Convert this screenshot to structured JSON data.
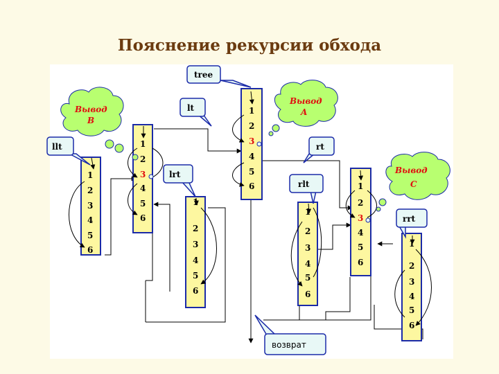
{
  "title": "Пояснение рекурсии обхода",
  "frames": [
    {
      "id": "llt",
      "lines": [
        "1",
        "2",
        "3",
        "4",
        "5",
        "6"
      ],
      "highlight": -1
    },
    {
      "id": "lt",
      "lines": [
        "1",
        "2",
        "3",
        "4",
        "5",
        "6"
      ],
      "highlight": 2
    },
    {
      "id": "lrt",
      "lines": [
        "1",
        "2",
        "3",
        "4",
        "5",
        "6"
      ],
      "highlight": -1
    },
    {
      "id": "tree",
      "lines": [
        "1",
        "2",
        "3",
        "4",
        "5",
        "6"
      ],
      "highlight": 2
    },
    {
      "id": "rlt",
      "lines": [
        "1",
        "2",
        "3",
        "4",
        "5",
        "6"
      ],
      "highlight": -1
    },
    {
      "id": "rt",
      "lines": [
        "1",
        "2",
        "3",
        "4",
        "5",
        "6"
      ],
      "highlight": 2
    },
    {
      "id": "rrt",
      "lines": [
        "1",
        "2",
        "3",
        "4",
        "5",
        "6"
      ],
      "highlight": -1
    }
  ],
  "labels": {
    "tree": "tree",
    "lt": "lt",
    "llt": "llt",
    "lrt": "lrt",
    "rt": "rt",
    "rlt": "rlt",
    "rrt": "rrt",
    "return": "возврат"
  },
  "clouds": {
    "b": [
      "Вывод",
      "B"
    ],
    "a": [
      "Вывод",
      "A"
    ],
    "c": [
      "Вывод",
      "C"
    ]
  },
  "colors": {
    "background": "#fdfae6",
    "frame_fill": "#fdf7a0",
    "frame_border": "#1a2aa8",
    "callout_fill": "#e8f8f6",
    "callout_border": "#1a2aa8",
    "cloud_fill": "#b8ff70",
    "highlight": "#e01010"
  }
}
